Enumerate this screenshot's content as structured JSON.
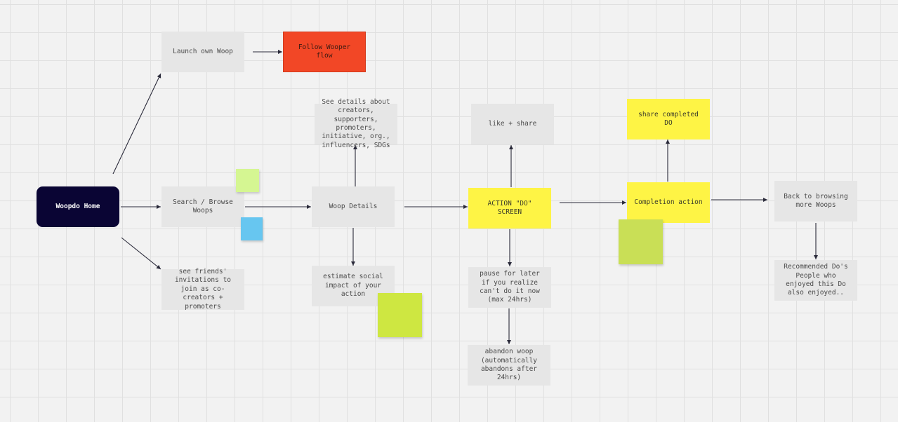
{
  "nodes": {
    "home": "Woopdo Home",
    "launch": "Launch own Woop",
    "follow": "Follow Wooper flow",
    "search": "Search / Browse Woops",
    "friends": "see friends' invitations to join as co-creators + promoters",
    "details_info": "See details about creators, supporters, promoters, initiative, org., influencers, SDGs",
    "woop_details": "Woop Details",
    "impact": "estimate social impact of your action",
    "like_share": "like + share",
    "action": "ACTION \"DO\" SCREEN",
    "pause": "pause for later if you realize can't do it now (max 24hrs)",
    "abandon": "abandon woop (automatically abandons after 24hrs)",
    "share_done": "share completed DO",
    "completion": "Completion action",
    "back": "Back to browsing more Woops",
    "recommended": "Recommended Do's People who enjoyed this Do also enjoyed.."
  },
  "stickies": {
    "search_top": "",
    "search_bottom": "",
    "impact_note": "",
    "completion_note": ""
  },
  "colors": {
    "canvas": "#f2f2f2",
    "grid": "#e0e0e0",
    "node_grey": "#e6e6e6",
    "node_dark": "#0a0534",
    "node_red": "#f24726",
    "node_yellow": "#fef445",
    "sticky_green": "#d5f692",
    "sticky_blue": "#67c6f0",
    "arrow": "#2a2a3a"
  }
}
